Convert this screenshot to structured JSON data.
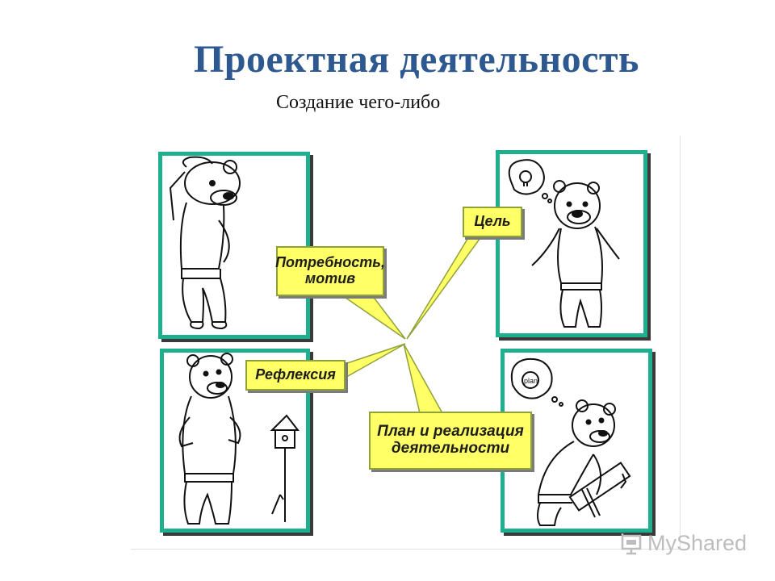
{
  "header": {
    "title": "Проектная деятельность",
    "subtitle": "Создание чего-либо"
  },
  "callouts": {
    "need_line1": "Потребность,",
    "need_line2": "мотив",
    "goal": "Цель",
    "reflection": "Рефлексия",
    "plan_line1": "План и реализация",
    "plan_line2": "деятельности"
  },
  "panels": [
    {
      "id": "top-left",
      "scene": "bear-thinking-icon"
    },
    {
      "id": "top-right",
      "scene": "bear-idea-lightbulb-icon"
    },
    {
      "id": "bottom-left",
      "scene": "bear-with-birdhouse-icon"
    },
    {
      "id": "bottom-right",
      "scene": "bear-sawing-plan-icon"
    }
  ],
  "watermark": {
    "brand_prefix": "My",
    "brand_suffix": "Shared"
  },
  "colors": {
    "title": "#2e5990",
    "panel_border": "#1fae8e",
    "callout_fill": "#ffff66",
    "callout_border": "#8fa23a"
  }
}
